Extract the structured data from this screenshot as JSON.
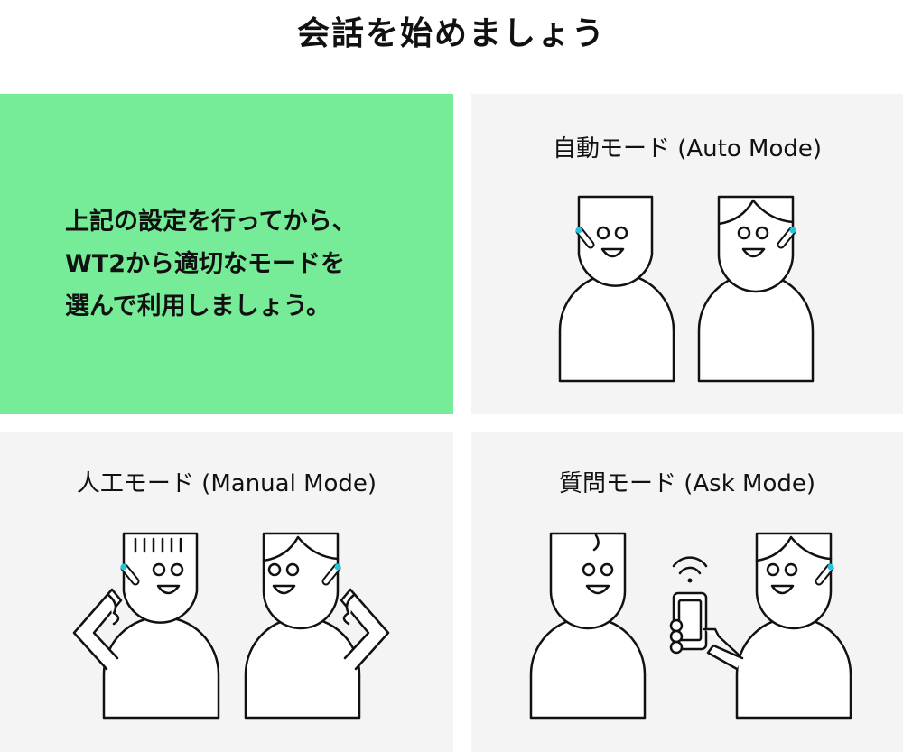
{
  "page": {
    "title": "会話を始めましょう"
  },
  "intro": {
    "lines": [
      "上記の設定を行ってから、",
      "WT2から適切なモードを",
      "選んで利用しましょう。"
    ]
  },
  "modes": {
    "auto": {
      "title": "自動モード (Auto Mode)"
    },
    "manual": {
      "title": "人工モード (Manual Mode)"
    },
    "ask": {
      "title": "質問モード (Ask Mode)"
    }
  },
  "colors": {
    "accent_green": "#76eb98",
    "panel_gray": "#f4f4f4",
    "earbud_blue": "#1ec8e0",
    "line": "#111111"
  },
  "icons": [
    "person-icon",
    "earbud-icon",
    "smartphone-icon",
    "wifi-signal-icon"
  ]
}
